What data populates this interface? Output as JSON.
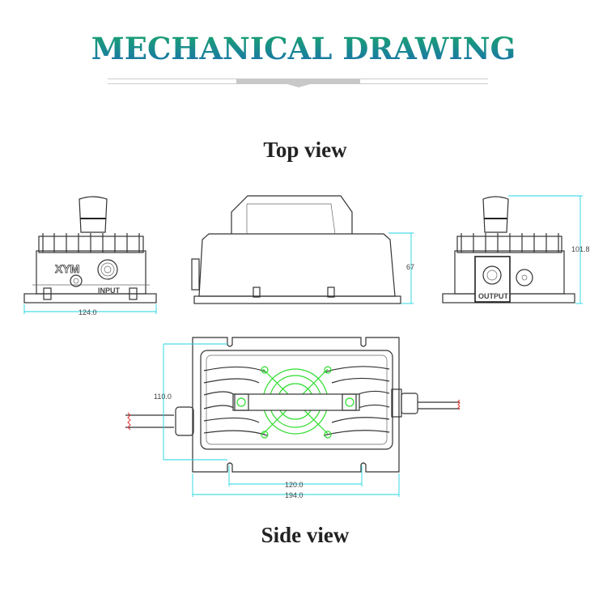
{
  "header": {
    "title": "MECHANICAL DRAWING"
  },
  "sections": {
    "top_view": "Top view",
    "side_view": "Side view"
  },
  "labels": {
    "brand": "XYM",
    "input": "INPUT",
    "output": "OUTPUT"
  },
  "dimensions": {
    "width_front": "124.0",
    "height_body": "67",
    "height_total": "101.8",
    "depth_side": "110.0",
    "hole_spacing": "120.0",
    "length_total": "194.0"
  },
  "colors": {
    "title_top": "#1aa86a",
    "title_bottom": "#1a6fb0",
    "dimension": "#1fd6e0",
    "fan": "#2ddc2d",
    "cable_break": "#e23030"
  }
}
